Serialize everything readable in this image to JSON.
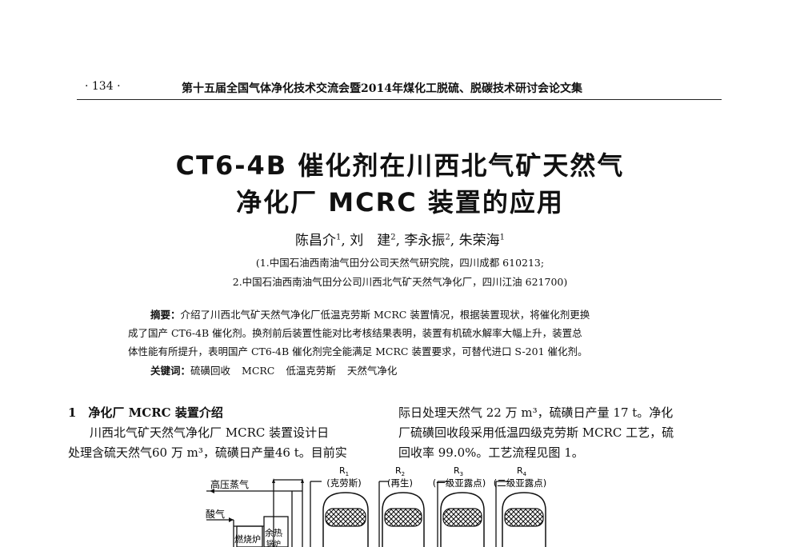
{
  "header": {
    "page_number": "· 134 ·",
    "running_title": "第十五届全国气体净化技术交流会暨2014年煤化工脱硫、脱碳技术研讨会论文集"
  },
  "title": {
    "line1": "CT6-4B 催化剂在川西北气矿天然气",
    "line2": "净化厂 MCRC 装置的应用"
  },
  "authors": [
    {
      "name": "陈昌介",
      "sup": "1"
    },
    {
      "name": "刘　建",
      "sup": "2"
    },
    {
      "name": "李永振",
      "sup": "2"
    },
    {
      "name": "朱荣海",
      "sup": "1"
    }
  ],
  "affiliations": [
    "(1.中国石油西南油气田分公司天然气研究院，四川成都 610213;",
    "2.中国石油西南油气田分公司川西北气矿天然气净化厂，四川江油 621700)"
  ],
  "abstract": {
    "label": "摘要：",
    "lines": [
      "介绍了川西北气矿天然气净化厂低温克劳斯 MCRC 装置情况，根据装置现状，将催化剂更换",
      "成了国产 CT6-4B 催化剂。换剂前后装置性能对比考核结果表明，装置有机硫水解率大幅上升，装置总",
      "体性能有所提升，表明国产 CT6-4B 催化剂完全能满足 MCRC 装置要求，可替代进口 S-201 催化剂。"
    ]
  },
  "keywords": {
    "label": "关键词：",
    "items": [
      "硫磺回收",
      "MCRC",
      "低温克劳斯",
      "天然气净化"
    ]
  },
  "section1": {
    "heading": "1　净化厂 MCRC 装置介绍",
    "left_lines": [
      "川西北气矿天然气净化厂 MCRC 装置设计日",
      "处理含硫天然气60 万 m³，硫磺日产量46 t。目前实"
    ],
    "right_lines": [
      "际日处理天然气 22 万 m³，硫磺日产量 17 t。净化",
      "厂硫磺回收段采用低温四级克劳斯 MCRC 工艺，硫",
      "回收率 99.0%。工艺流程见图 1。"
    ]
  },
  "figure": {
    "labels": {
      "steam": "高压蒸气",
      "acid_gas": "酸气",
      "furnace": "燃烧炉",
      "waste_heat": "余热",
      "boiler_partial": "锅炉"
    },
    "reactors": [
      {
        "name": "R",
        "sub": "1",
        "desc": "(克劳斯)"
      },
      {
        "name": "R",
        "sub": "2",
        "desc": "(再生)"
      },
      {
        "name": "R",
        "sub": "3",
        "desc": "(一级亚露点)"
      },
      {
        "name": "R",
        "sub": "4",
        "desc": "(二级亚露点)"
      }
    ]
  }
}
